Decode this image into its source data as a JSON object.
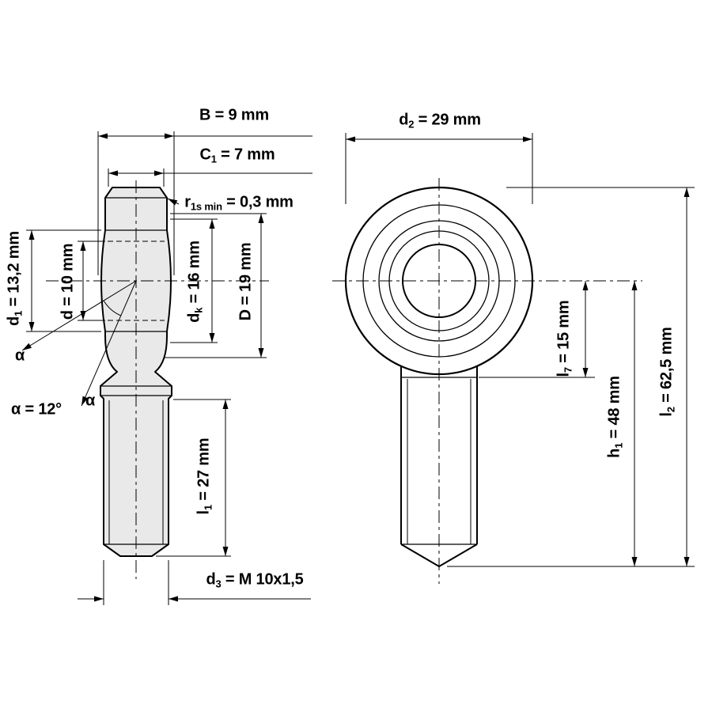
{
  "colors": {
    "background": "#ffffff",
    "line": "#000000",
    "part_fill": "#e9e9e9"
  },
  "labels": {
    "b": {
      "sym": "B",
      "sub": "",
      "val": " = 9 mm"
    },
    "c1": {
      "sym": "C",
      "sub": "1",
      "val": " = 7 mm"
    },
    "r1smin": {
      "sym": "r",
      "sub": "1s min",
      "val": " = 0,3 mm"
    },
    "d1": {
      "sym": "d",
      "sub": "1",
      "val": " = 13,2 mm"
    },
    "d": {
      "sym": "d",
      "sub": "",
      "val": " = 10 mm"
    },
    "dk": {
      "sym": "d",
      "sub": "k",
      "val": " = 16 mm"
    },
    "dcap": {
      "sym": "D",
      "sub": "",
      "val": " = 19 mm"
    },
    "alpha": {
      "sym": "α",
      "sub": "",
      "val": ""
    },
    "alphaval": {
      "sym": "α",
      "sub": "",
      "val": " = 12°"
    },
    "l1": {
      "sym": "l",
      "sub": "1",
      "val": " = 27 mm"
    },
    "d3": {
      "sym": "d",
      "sub": "3",
      "val": " = M 10x1,5"
    },
    "d2": {
      "sym": "d",
      "sub": "2",
      "val": " = 29 mm"
    },
    "l7": {
      "sym": "l",
      "sub": "7",
      "val": " = 15 mm"
    },
    "h1": {
      "sym": "h",
      "sub": "1",
      "val": " = 48 mm"
    },
    "l2": {
      "sym": "l",
      "sub": "2",
      "val": " = 62,5 mm"
    }
  }
}
